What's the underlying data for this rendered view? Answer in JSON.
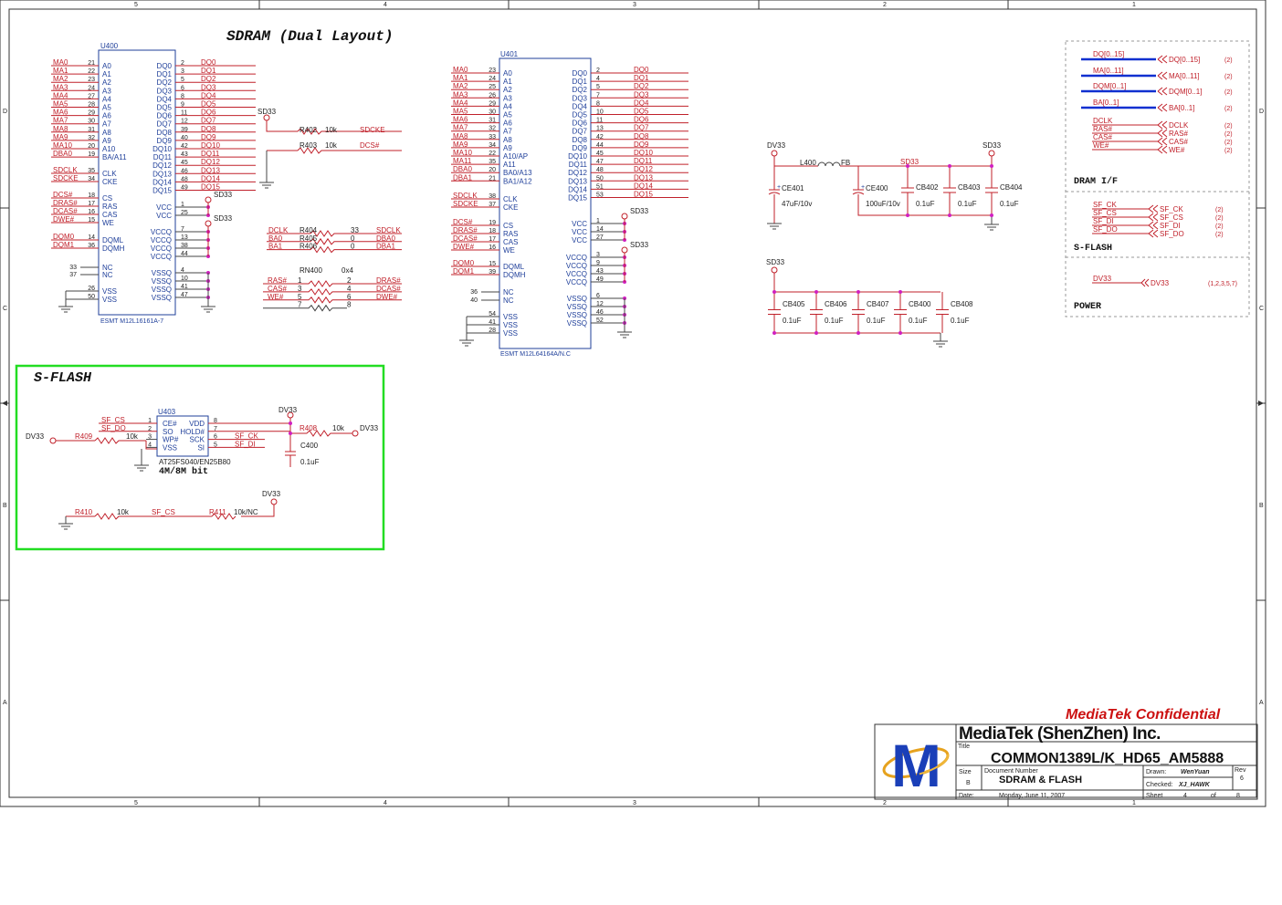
{
  "frame": {
    "col_labels": [
      "5",
      "4",
      "3",
      "2",
      "1"
    ],
    "row_labels": [
      "D",
      "C",
      "B",
      "A"
    ]
  },
  "sdram": {
    "title": "SDRAM (Dual Layout)",
    "u400": {
      "ref": "U400",
      "part": "ESMT M12L16161A-7",
      "left_pins": [
        {
          "net": "MA0",
          "num": "21",
          "pin": "A0"
        },
        {
          "net": "MA1",
          "num": "22",
          "pin": "A1"
        },
        {
          "net": "MA2",
          "num": "23",
          "pin": "A2"
        },
        {
          "net": "MA3",
          "num": "24",
          "pin": "A3"
        },
        {
          "net": "MA4",
          "num": "27",
          "pin": "A4"
        },
        {
          "net": "MA5",
          "num": "28",
          "pin": "A5"
        },
        {
          "net": "MA6",
          "num": "29",
          "pin": "A6"
        },
        {
          "net": "MA7",
          "num": "30",
          "pin": "A7"
        },
        {
          "net": "MA8",
          "num": "31",
          "pin": "A8"
        },
        {
          "net": "MA9",
          "num": "32",
          "pin": "A9"
        },
        {
          "net": "MA10",
          "num": "20",
          "pin": "A10"
        },
        {
          "net": "DBA0",
          "num": "19",
          "pin": "BA/A11"
        }
      ],
      "ctrl_pins": [
        {
          "net": "SDCLK",
          "num": "35",
          "pin": "CLK"
        },
        {
          "net": "SDCKE",
          "num": "34",
          "pin": "CKE"
        },
        {
          "net": "DCS#",
          "num": "18",
          "pin": "CS"
        },
        {
          "net": "DRAS#",
          "num": "17",
          "pin": "RAS"
        },
        {
          "net": "DCAS#",
          "num": "16",
          "pin": "CAS"
        },
        {
          "net": "DWE#",
          "num": "15",
          "pin": "WE"
        },
        {
          "net": "DQM0",
          "num": "14",
          "pin": "DQML"
        },
        {
          "net": "DQM1",
          "num": "36",
          "pin": "DQMH"
        },
        {
          "net": "",
          "num": "33",
          "pin": "NC"
        },
        {
          "net": "",
          "num": "37",
          "pin": "NC"
        },
        {
          "net": "",
          "num": "26",
          "pin": "VSS"
        },
        {
          "net": "",
          "num": "50",
          "pin": "VSS"
        }
      ],
      "right_pins": [
        {
          "pin": "DQ0",
          "num": "2",
          "net": "DQ0"
        },
        {
          "pin": "DQ1",
          "num": "3",
          "net": "DQ1"
        },
        {
          "pin": "DQ2",
          "num": "5",
          "net": "DQ2"
        },
        {
          "pin": "DQ3",
          "num": "6",
          "net": "DQ3"
        },
        {
          "pin": "DQ4",
          "num": "8",
          "net": "DQ4"
        },
        {
          "pin": "DQ5",
          "num": "9",
          "net": "DQ5"
        },
        {
          "pin": "DQ6",
          "num": "11",
          "net": "DQ6"
        },
        {
          "pin": "DQ7",
          "num": "12",
          "net": "DQ7"
        },
        {
          "pin": "DQ8",
          "num": "39",
          "net": "DQ8"
        },
        {
          "pin": "DQ9",
          "num": "40",
          "net": "DQ9"
        },
        {
          "pin": "DQ10",
          "num": "42",
          "net": "DQ10"
        },
        {
          "pin": "DQ11",
          "num": "43",
          "net": "DQ11"
        },
        {
          "pin": "DQ12",
          "num": "45",
          "net": "DQ12"
        },
        {
          "pin": "DQ13",
          "num": "46",
          "net": "DQ13"
        },
        {
          "pin": "DQ14",
          "num": "48",
          "net": "DQ14"
        },
        {
          "pin": "DQ15",
          "num": "49",
          "net": "DQ15"
        }
      ],
      "power_pins": [
        {
          "pin": "VCC",
          "num": "1"
        },
        {
          "pin": "VCC",
          "num": "25"
        },
        {
          "pin": "VCCQ",
          "num": "7"
        },
        {
          "pin": "VCCQ",
          "num": "13"
        },
        {
          "pin": "VCCQ",
          "num": "38"
        },
        {
          "pin": "VCCQ",
          "num": "44"
        },
        {
          "pin": "VSSQ",
          "num": "4"
        },
        {
          "pin": "VSSQ",
          "num": "10"
        },
        {
          "pin": "VSSQ",
          "num": "41"
        },
        {
          "pin": "VSSQ",
          "num": "47"
        }
      ],
      "sd33_a": "SD33",
      "sd33_b": "SD33"
    },
    "u401": {
      "ref": "U401",
      "part": "ESMT M12L64164A/N.C",
      "left_pins": [
        {
          "net": "MA0",
          "num": "23",
          "pin": "A0"
        },
        {
          "net": "MA1",
          "num": "24",
          "pin": "A1"
        },
        {
          "net": "MA2",
          "num": "25",
          "pin": "A2"
        },
        {
          "net": "MA3",
          "num": "26",
          "pin": "A3"
        },
        {
          "net": "MA4",
          "num": "29",
          "pin": "A4"
        },
        {
          "net": "MA5",
          "num": "30",
          "pin": "A5"
        },
        {
          "net": "MA6",
          "num": "31",
          "pin": "A6"
        },
        {
          "net": "MA7",
          "num": "32",
          "pin": "A7"
        },
        {
          "net": "MA8",
          "num": "33",
          "pin": "A8"
        },
        {
          "net": "MA9",
          "num": "34",
          "pin": "A9"
        },
        {
          "net": "MA10",
          "num": "22",
          "pin": "A10/AP"
        },
        {
          "net": "MA11",
          "num": "35",
          "pin": "A11"
        },
        {
          "net": "DBA0",
          "num": "20",
          "pin": "BA0/A13"
        },
        {
          "net": "DBA1",
          "num": "21",
          "pin": "BA1/A12"
        }
      ],
      "ctrl_pins": [
        {
          "net": "SDCLK",
          "num": "38",
          "pin": "CLK"
        },
        {
          "net": "SDCKE",
          "num": "37",
          "pin": "CKE"
        },
        {
          "net": "DCS#",
          "num": "19",
          "pin": "CS"
        },
        {
          "net": "DRAS#",
          "num": "18",
          "pin": "RAS"
        },
        {
          "net": "DCAS#",
          "num": "17",
          "pin": "CAS"
        },
        {
          "net": "DWE#",
          "num": "16",
          "pin": "WE"
        },
        {
          "net": "DQM0",
          "num": "15",
          "pin": "DQML"
        },
        {
          "net": "DQM1",
          "num": "39",
          "pin": "DQMH"
        },
        {
          "net": "",
          "num": "36",
          "pin": "NC"
        },
        {
          "net": "",
          "num": "40",
          "pin": "NC"
        },
        {
          "net": "",
          "num": "54",
          "pin": "VSS"
        },
        {
          "net": "",
          "num": "41",
          "pin": "VSS"
        },
        {
          "net": "",
          "num": "28",
          "pin": "VSS"
        }
      ],
      "right_pins": [
        {
          "pin": "DQ0",
          "num": "2",
          "net": "DQ0"
        },
        {
          "pin": "DQ1",
          "num": "4",
          "net": "DQ1"
        },
        {
          "pin": "DQ2",
          "num": "5",
          "net": "DQ2"
        },
        {
          "pin": "DQ3",
          "num": "7",
          "net": "DQ3"
        },
        {
          "pin": "DQ4",
          "num": "8",
          "net": "DQ4"
        },
        {
          "pin": "DQ5",
          "num": "10",
          "net": "DQ5"
        },
        {
          "pin": "DQ6",
          "num": "11",
          "net": "DQ6"
        },
        {
          "pin": "DQ7",
          "num": "13",
          "net": "DQ7"
        },
        {
          "pin": "DQ8",
          "num": "42",
          "net": "DQ8"
        },
        {
          "pin": "DQ9",
          "num": "44",
          "net": "DQ9"
        },
        {
          "pin": "DQ10",
          "num": "45",
          "net": "DQ10"
        },
        {
          "pin": "DQ11",
          "num": "47",
          "net": "DQ11"
        },
        {
          "pin": "DQ12",
          "num": "48",
          "net": "DQ12"
        },
        {
          "pin": "DQ13",
          "num": "50",
          "net": "DQ13"
        },
        {
          "pin": "DQ14",
          "num": "51",
          "net": "DQ14"
        },
        {
          "pin": "DQ15",
          "num": "53",
          "net": "DQ15"
        }
      ],
      "power_pins": [
        {
          "pin": "VCC",
          "num": "1"
        },
        {
          "pin": "VCC",
          "num": "14"
        },
        {
          "pin": "VCC",
          "num": "27"
        },
        {
          "pin": "VCCQ",
          "num": "3"
        },
        {
          "pin": "VCCQ",
          "num": "9"
        },
        {
          "pin": "VCCQ",
          "num": "43"
        },
        {
          "pin": "VCCQ",
          "num": "49"
        },
        {
          "pin": "VSSQ",
          "num": "6"
        },
        {
          "pin": "VSSQ",
          "num": "12"
        },
        {
          "pin": "VSSQ",
          "num": "46"
        },
        {
          "pin": "VSSQ",
          "num": "52"
        }
      ],
      "sd33_a": "SD33",
      "sd33_b": "SD33"
    },
    "clk_net": {
      "rail": "SD33",
      "r402": "R402",
      "r402_val": "10k",
      "r402_net": "SDCKE",
      "r403": "R403",
      "r403_val": "10k",
      "r403_net": "DCS#"
    },
    "series_r": [
      {
        "in": "DCLK",
        "ref": "R404",
        "val": "33",
        "out": "SDCLK"
      },
      {
        "in": "BA0",
        "ref": "R405",
        "val": "0",
        "out": "DBA0"
      },
      {
        "in": "BA1",
        "ref": "R406",
        "val": "0",
        "out": "DBA1"
      }
    ],
    "rn400": {
      "ref": "RN400",
      "val": "0x4",
      "rows": [
        {
          "in": "RAS#",
          "a": "1",
          "b": "2",
          "out": "DRAS#"
        },
        {
          "in": "CAS#",
          "a": "3",
          "b": "4",
          "out": "DCAS#"
        },
        {
          "in": "WE#",
          "a": "5",
          "b": "6",
          "out": "DWE#"
        },
        {
          "in": "",
          "a": "7",
          "b": "8",
          "out": ""
        }
      ]
    }
  },
  "power": {
    "dv33": "DV33",
    "sd33": "SD33",
    "ce401": "CE401",
    "ce401_val": "47uF/10v",
    "l400": "L400",
    "fb": "FB",
    "ce400": "CE400",
    "ce400_val": "100uF/10v",
    "caps_top": [
      {
        "ref": "CB402",
        "val": "0.1uF"
      },
      {
        "ref": "CB403",
        "val": "0.1uF"
      },
      {
        "ref": "CB404",
        "val": "0.1uF"
      }
    ],
    "sd33_right": "SD33",
    "sd33_lower": "SD33",
    "caps_bottom": [
      {
        "ref": "CB405",
        "val": "0.1uF"
      },
      {
        "ref": "CB406",
        "val": "0.1uF"
      },
      {
        "ref": "CB407",
        "val": "0.1uF"
      },
      {
        "ref": "CB400",
        "val": "0.1uF"
      },
      {
        "ref": "CB408",
        "val": "0.1uF"
      }
    ]
  },
  "iface": {
    "dram": [
      {
        "in": "DQ[0..15]",
        "out": "DQ[0..15]",
        "page": "(2)"
      },
      {
        "in": "MA[0..11]",
        "out": "MA[0..11]",
        "page": "(2)"
      },
      {
        "in": "DQM[0..1]",
        "out": "DQM[0..1]",
        "page": "(2)"
      },
      {
        "in": "BA[0..1]",
        "out": "BA[0..1]",
        "page": "(2)"
      }
    ],
    "dram_ctrl": [
      {
        "in": "DCLK",
        "out": "DCLK",
        "page": "(2)"
      },
      {
        "in": "RAS#",
        "out": "RAS#",
        "page": "(2)"
      },
      {
        "in": "CAS#",
        "out": "CAS#",
        "page": "(2)"
      },
      {
        "in": "WE#",
        "out": "WE#",
        "page": "(2)"
      }
    ],
    "dram_title": "DRAM I/F",
    "sflash": [
      {
        "in": "SF_CK",
        "out": "SF_CK",
        "page": "(2)"
      },
      {
        "in": "SF_CS",
        "out": "SF_CS",
        "page": "(2)"
      },
      {
        "in": "SF_DI",
        "out": "SF_DI",
        "page": "(2)"
      },
      {
        "in": "SF_DO",
        "out": "SF_DO",
        "page": "(2)"
      }
    ],
    "sflash_title": "S-FLASH",
    "power": {
      "in": "DV33",
      "out": "DV33",
      "page": "(1,2,3,5,7)"
    },
    "power_title": "POWER"
  },
  "sflash": {
    "title": "S-FLASH",
    "u403": "U403",
    "part": "AT25FS040/EN25B80",
    "size": "4M/8M bit",
    "left_pins": [
      {
        "num": "1",
        "pin": "CE#",
        "net": "SF_CS"
      },
      {
        "num": "2",
        "pin": "SO",
        "net": "SF_DO"
      },
      {
        "num": "3",
        "pin": "WP#",
        "net": ""
      },
      {
        "num": "4",
        "pin": "VSS",
        "net": ""
      }
    ],
    "right_pins": [
      {
        "num": "8",
        "pin": "VDD",
        "net": ""
      },
      {
        "num": "7",
        "pin": "HOLD#",
        "net": ""
      },
      {
        "num": "6",
        "pin": "SCK",
        "net": "SF_CK"
      },
      {
        "num": "5",
        "pin": "SI",
        "net": "SF_DI"
      }
    ],
    "dv33_left": "DV33",
    "r409": "R409",
    "r409_val": "10k",
    "dv33_top": "DV33",
    "r408": "R408",
    "r408_val": "10k",
    "dv33_right": "DV33",
    "c400": "C400",
    "c400_val": "0.1uF",
    "dv33_bottom": "DV33",
    "r410": "R410",
    "r410_val": "10k",
    "sf_cs": "SF_CS",
    "r411": "R411",
    "r411_val": "10k/NC"
  },
  "title_block": {
    "confidential": "MediaTek Confidential",
    "company": "MediaTek (ShenZhen) Inc.",
    "title_label": "Title",
    "title": "COMMON1389L/K_HD65_AM5888",
    "size_label": "Size",
    "size": "B",
    "docnum_label": "Document Number",
    "docnum": "SDRAM & FLASH",
    "drawn_label": "Drawn:",
    "drawn": "WenYuan",
    "checked_label": "Checked:",
    "checked": "XJ_HAWK",
    "rev_label": "Rev",
    "rev": "6",
    "date_label": "Date:",
    "date": "Monday, June 11, 2007",
    "sheet_label": "Sheet",
    "sheet": "4",
    "of_label": "of",
    "total": "8",
    "logo_letter": "M"
  },
  "colors": {
    "net": "#c0202a",
    "pin": "#1f3f9a",
    "bus": "#1030d0",
    "junction": "#d020c0",
    "frame_green": "#22dd22"
  }
}
